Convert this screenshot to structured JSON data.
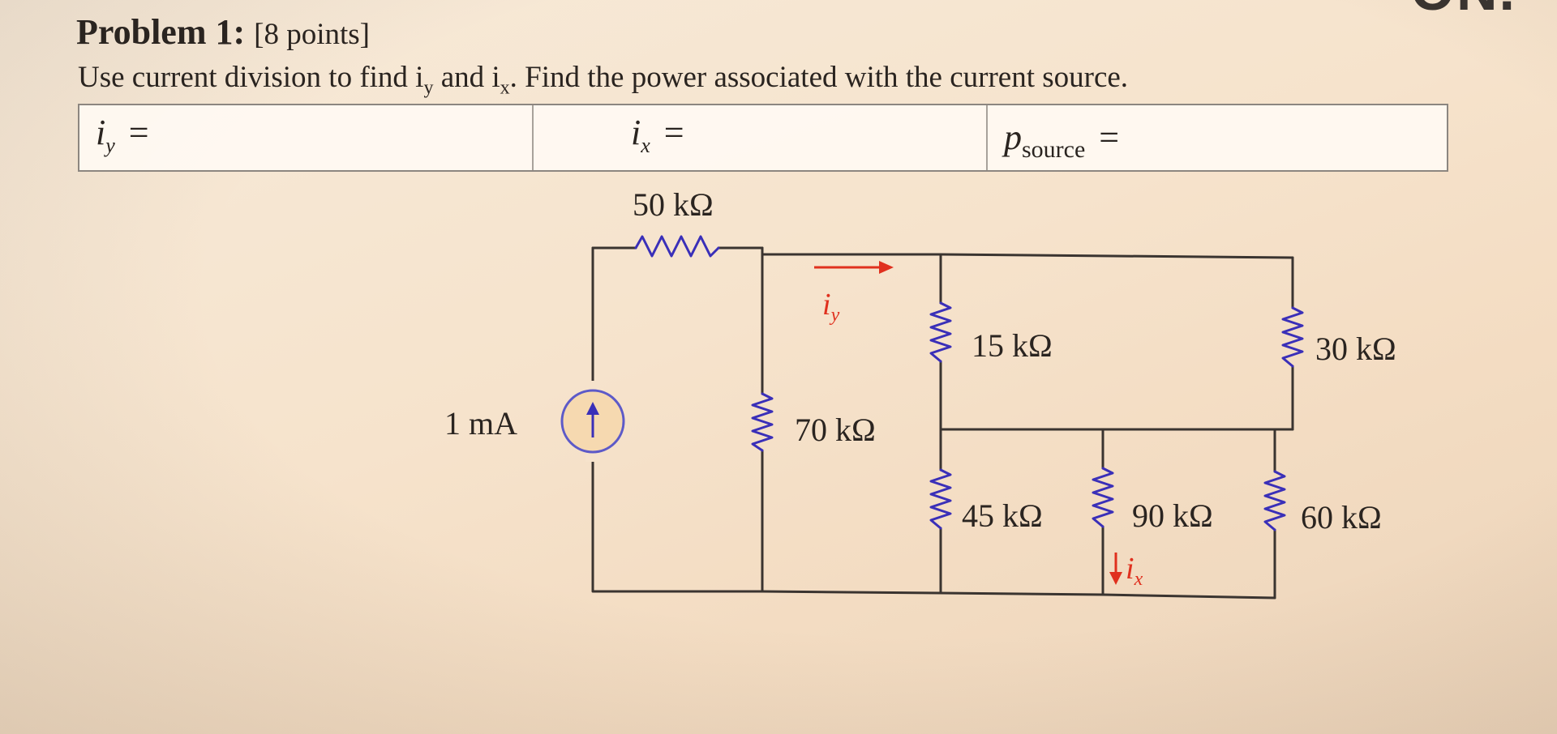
{
  "header": {
    "problem_label": "Problem 1:",
    "points": "[8 points]",
    "instructions": "Use current division to find i",
    "instructions_sub1": "y",
    "instructions_mid": " and i",
    "instructions_sub2": "x",
    "instructions_end": ". Find the power associated with the current source.",
    "corner_fragment": "ON."
  },
  "answers": {
    "iy_main": "i",
    "iy_sub": "y",
    "ix_main": "i",
    "ix_sub": "x",
    "p_main": "p",
    "p_sub": "source",
    "equals": "="
  },
  "circuit": {
    "source_value": "1 mA",
    "r_series": "50 kΩ",
    "r_70": "70 kΩ",
    "r_15": "15 kΩ",
    "r_30": "30 kΩ",
    "r_45": "45 kΩ",
    "r_90": "90 kΩ",
    "r_60": "60 kΩ",
    "iy_label_main": "i",
    "iy_label_sub": "y",
    "ix_label_main": "i",
    "ix_label_sub": "x",
    "wire_color": "#3a3430",
    "resistor_color": "#3a2fb8",
    "arrow_color": "#e0301e",
    "source_fill": "#f6d9b0",
    "source_stroke": "#5d5ac8"
  }
}
